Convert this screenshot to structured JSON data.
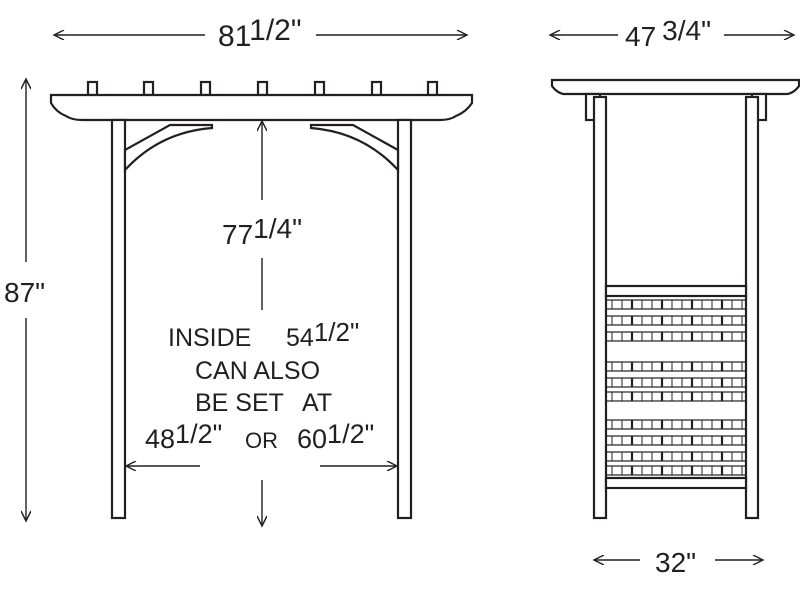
{
  "dimensions": {
    "front_width": {
      "whole": "81",
      "frac": "1/2\""
    },
    "side_width": {
      "whole": "47",
      "frac": "3/4\""
    },
    "total_height": "87\"",
    "inside_height": {
      "whole": "77",
      "frac": "1/4\""
    },
    "base_width": "32\""
  },
  "note": {
    "line1_a": "INSIDE",
    "line1_b": "54",
    "line1_frac": "1/2\"",
    "line2": "CAN  ALSO",
    "line3_a": "BE SET",
    "line3_b": "AT",
    "line4_a": "48",
    "line4_a_frac": "1/2\"",
    "line4_or": "OR",
    "line4_b": "60",
    "line4_b_frac": "1/2\""
  },
  "colors": {
    "ink": "#231f20",
    "background": "#ffffff"
  }
}
